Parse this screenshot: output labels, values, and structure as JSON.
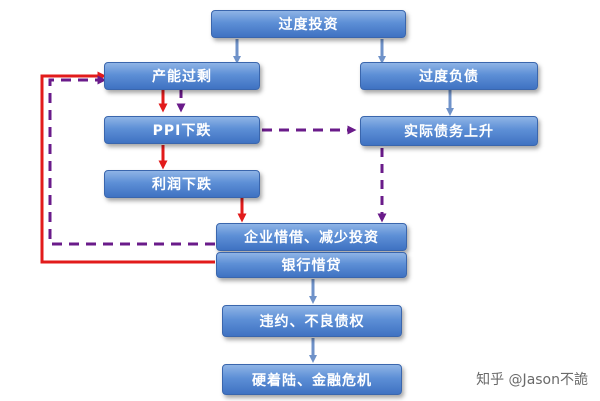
{
  "nodes": {
    "over_investment": "过度投资",
    "overcapacity": "产能过剩",
    "over_debt": "过度负债",
    "ppi_decline": "PPI下跌",
    "real_debt_rise": "实际债务上升",
    "profit_decline": "利润下跌",
    "corporate_deleverage": "企业惜借、减少投资",
    "bank_lending": "银行惜贷",
    "default": "违约、不良债权",
    "hard_landing": "硬着陆、金融危机"
  },
  "colors": {
    "node_fill": "#5d8fd6",
    "arrow_blue": "#6f92c9",
    "arrow_red": "#e21b1b",
    "arrow_purple": "#6a1b8a"
  },
  "watermark": "知乎 @Jason不詭"
}
